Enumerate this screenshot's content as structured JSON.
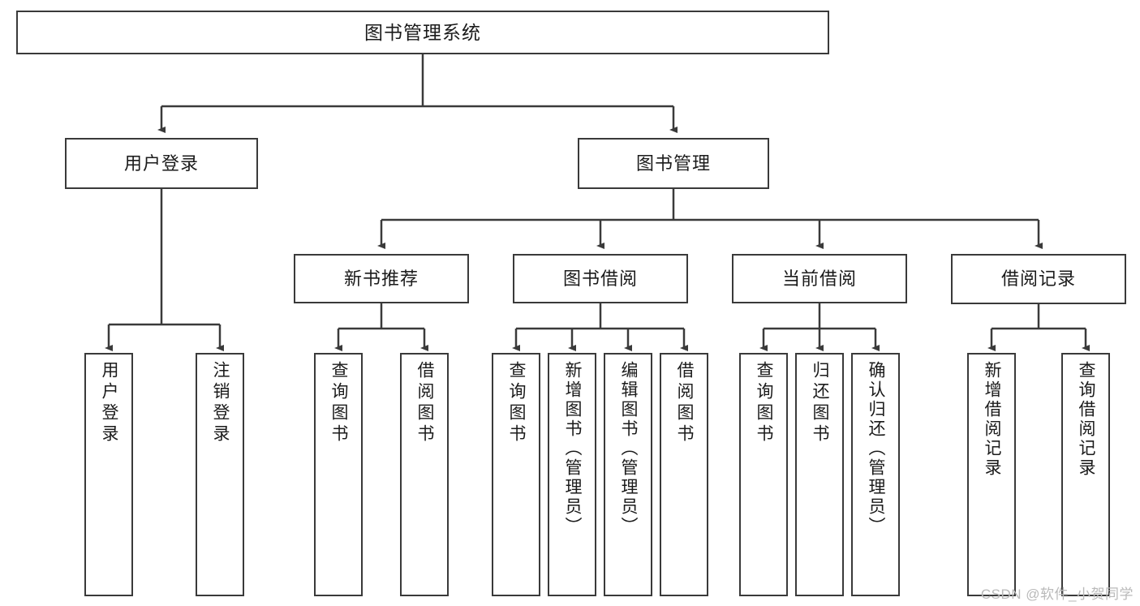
{
  "diagram": {
    "type": "tree-hierarchy",
    "title": "图书管理系统",
    "root": {
      "id": "root",
      "label": "图书管理系统"
    },
    "level2": [
      {
        "id": "user-login",
        "label": "用户登录"
      },
      {
        "id": "book-manage",
        "label": "图书管理"
      }
    ],
    "level3": [
      {
        "id": "new-book-rec",
        "label": "新书推荐",
        "parent": "book-manage"
      },
      {
        "id": "book-borrow",
        "label": "图书借阅",
        "parent": "book-manage"
      },
      {
        "id": "current-borrow",
        "label": "当前借阅",
        "parent": "book-manage"
      },
      {
        "id": "borrow-record",
        "label": "借阅记录",
        "parent": "book-manage"
      }
    ],
    "leaves": [
      {
        "id": "leaf-user-login",
        "label": "用户登录",
        "parent": "user-login"
      },
      {
        "id": "leaf-user-logout",
        "label": "注销登录",
        "parent": "user-login"
      },
      {
        "id": "leaf-query-book-1",
        "label": "查询图书",
        "parent": "new-book-rec"
      },
      {
        "id": "leaf-borrow-book-1",
        "label": "借阅图书",
        "parent": "new-book-rec"
      },
      {
        "id": "leaf-query-book-2",
        "label": "查询图书",
        "parent": "book-borrow"
      },
      {
        "id": "leaf-add-book",
        "label": "新增图书（管理员）",
        "parent": "book-borrow"
      },
      {
        "id": "leaf-edit-book",
        "label": "编辑图书（管理员）",
        "parent": "book-borrow"
      },
      {
        "id": "leaf-borrow-book-2",
        "label": "借阅图书",
        "parent": "book-borrow"
      },
      {
        "id": "leaf-query-book-3",
        "label": "查询图书",
        "parent": "current-borrow"
      },
      {
        "id": "leaf-return-book",
        "label": "归还图书",
        "parent": "current-borrow"
      },
      {
        "id": "leaf-confirm-return",
        "label": "确认归还（管理员）",
        "parent": "current-borrow"
      },
      {
        "id": "leaf-add-record",
        "label": "新增借阅记录",
        "parent": "borrow-record"
      },
      {
        "id": "leaf-query-record",
        "label": "查询借阅记录",
        "parent": "borrow-record"
      }
    ],
    "watermark": "CSDN @软件_小贺同学",
    "colors": {
      "stroke": "#3a3a3a",
      "background": "#ffffff",
      "text": "#1b1b1b",
      "watermark": "#b9b9b9"
    }
  }
}
